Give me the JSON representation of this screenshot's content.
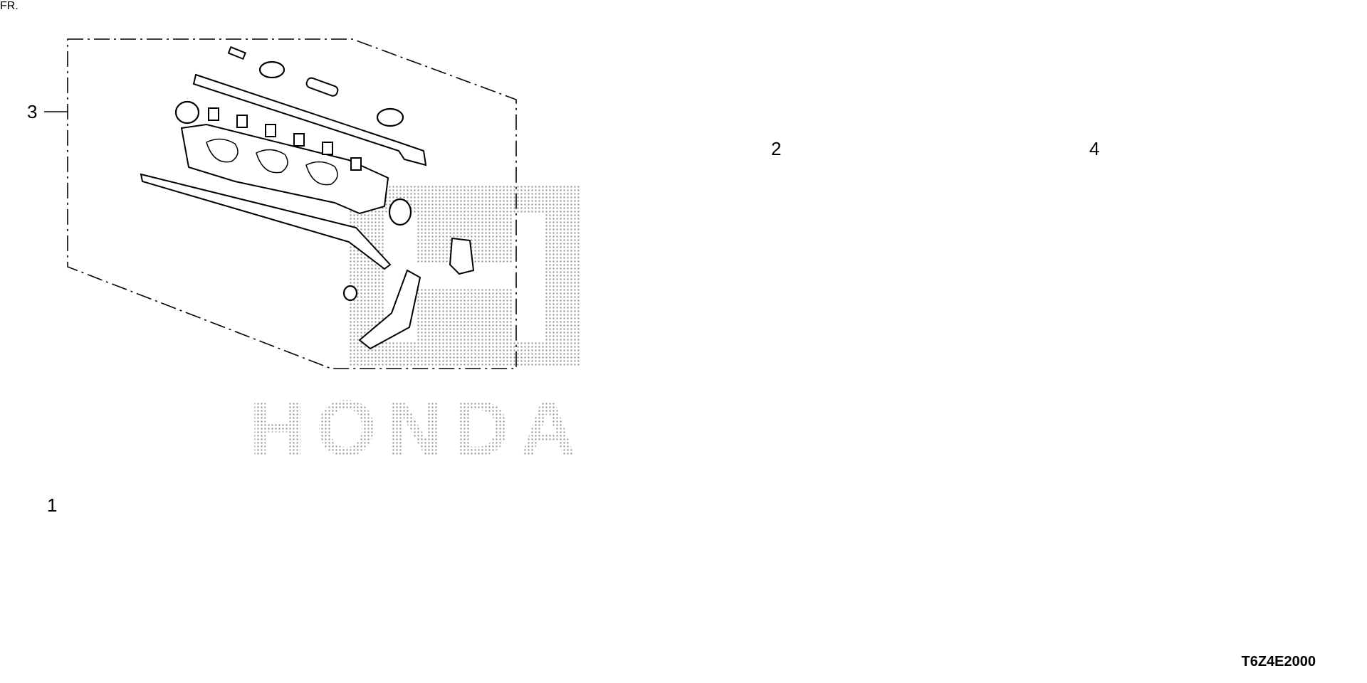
{
  "callouts": {
    "kit_1": "1",
    "kit_2": "2",
    "kit_3": "3",
    "kit_4": "4"
  },
  "direction_label": "FR.",
  "diagram_code": "T6Z4E2000",
  "watermark": "HONDA",
  "colors": {
    "line": "#000000",
    "background": "#ffffff",
    "watermark": "#9a9a9a"
  },
  "icons": {
    "front_arrow": "arrow-left-down-icon"
  }
}
